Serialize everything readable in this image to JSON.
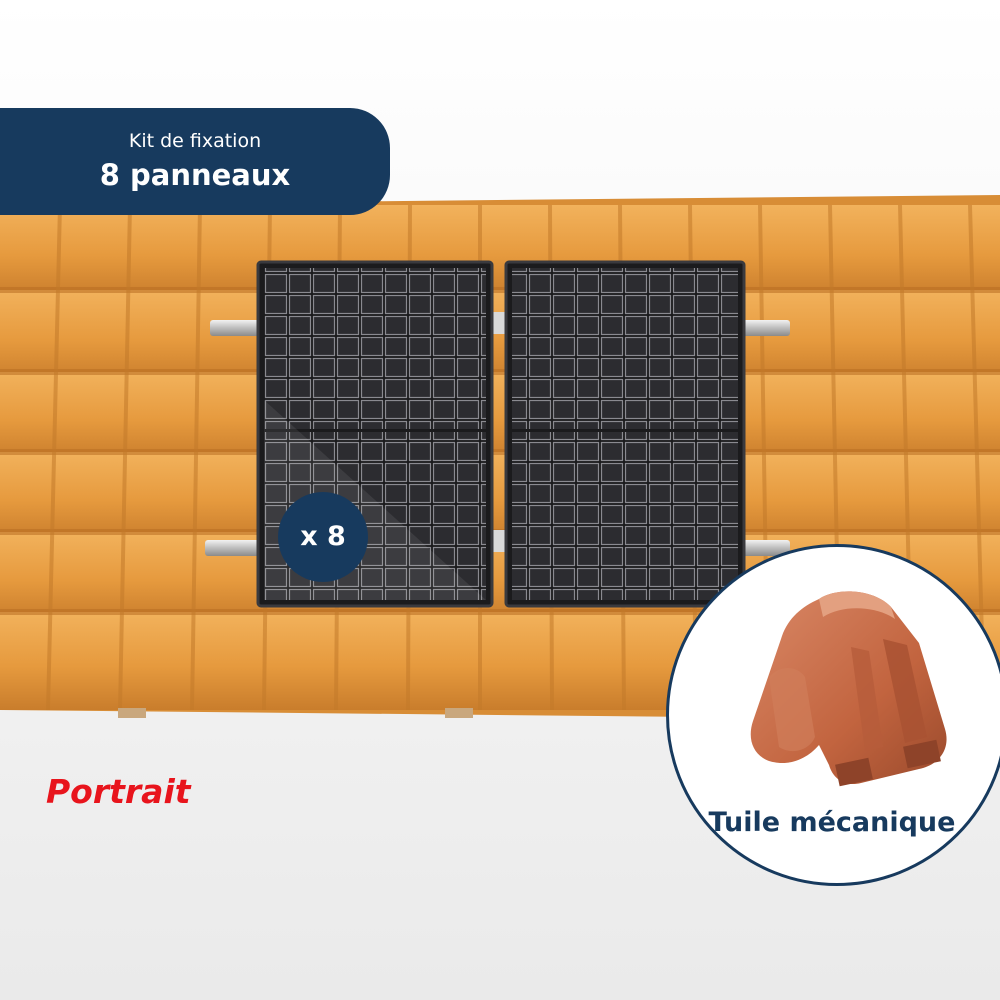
{
  "badge": {
    "line1": "Kit de fixation",
    "line2": "8 panneaux"
  },
  "count_label": "x 8",
  "orientation_label": "Portrait",
  "tile": {
    "label": "Tuile mécanique"
  },
  "colors": {
    "navy": "#173a5e",
    "red": "#e8141c",
    "roof": "#e9a04a",
    "terracotta": "#c06a48"
  },
  "icons": [
    "solar-panel-icon",
    "roof-tile-icon",
    "mounting-hook-icon"
  ]
}
